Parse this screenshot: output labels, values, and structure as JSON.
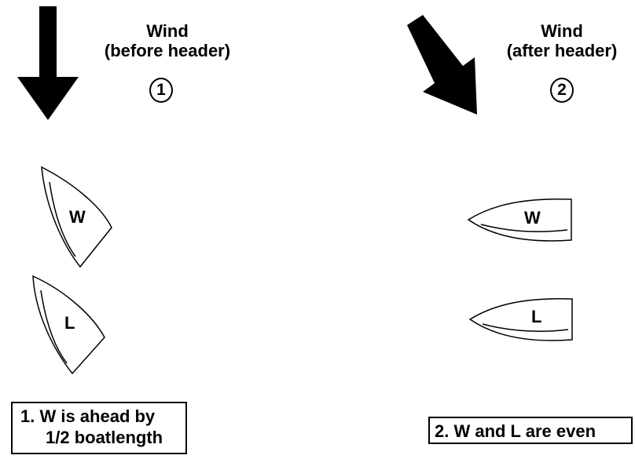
{
  "scene_1": {
    "wind_title": "Wind",
    "wind_subtitle": "(before header)",
    "step_number": "1",
    "boat_w_label": "W",
    "boat_l_label": "L",
    "caption_line_1": "1.  W is ahead by",
    "caption_line_2": "1/2 boatlength"
  },
  "scene_2": {
    "wind_title": "Wind",
    "wind_subtitle": "(after header)",
    "step_number": "2",
    "boat_w_label": "W",
    "boat_l_label": "L",
    "caption_line_1": "2.  W and L are even"
  },
  "colors": {
    "ink": "#000000",
    "background": "#ffffff"
  }
}
